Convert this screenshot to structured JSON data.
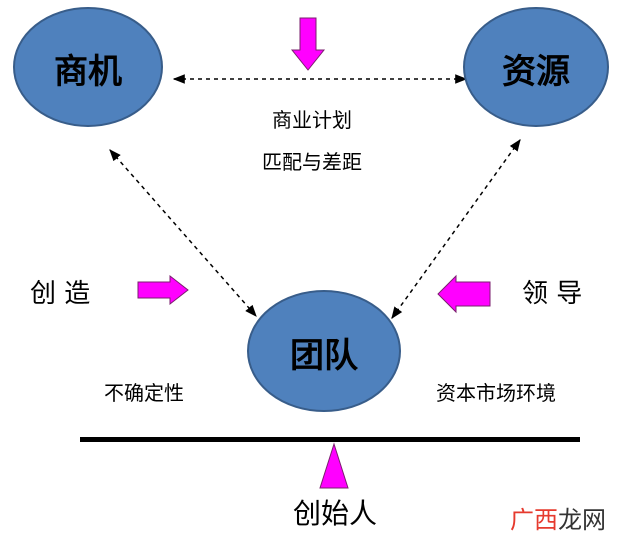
{
  "nodes": {
    "opportunity": "商机",
    "resources": "资源",
    "team": "团队"
  },
  "labels": {
    "business_plan": "商业计划",
    "fit_and_gap": "匹配与差距",
    "creativity": "创 造",
    "leadership": "领 导",
    "uncertainty": "不确定性",
    "capital_market": "资本市场环境",
    "founder": "创始人"
  },
  "watermark": {
    "part1": "广西",
    "part2": "龙网"
  },
  "colors": {
    "node_fill": "#4f81bd",
    "node_stroke": "#385d8a",
    "arrow_fill": "#ff00ff",
    "connector": "#000000",
    "watermark_red": "#e63a2e",
    "watermark_dark": "#333333"
  }
}
